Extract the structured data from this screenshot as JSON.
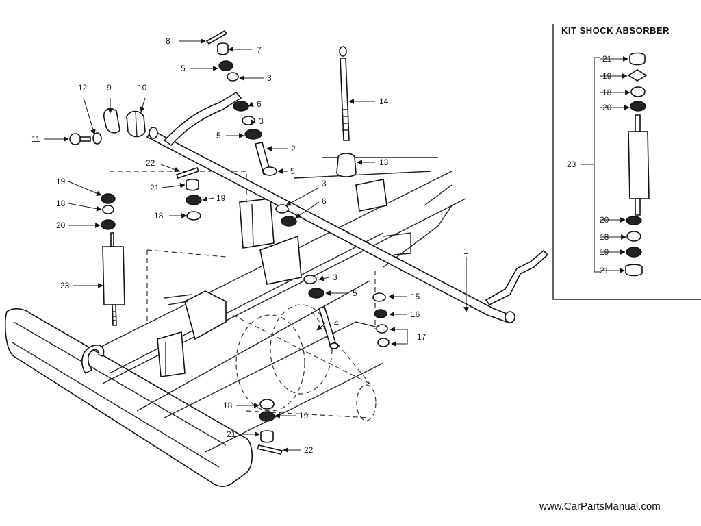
{
  "kit": {
    "title": "KIT SHOCK ABSORBER"
  },
  "watermark": "www.CarPartsManual.com",
  "labels": {
    "p1": "1",
    "p2": "2",
    "p3a": "3",
    "p3b": "3",
    "p3c": "3",
    "p3d": "3",
    "p4": "4",
    "p5a": "5",
    "p5b": "5",
    "p5c": "5",
    "p5d": "5",
    "p6a": "6",
    "p6b": "6",
    "p7": "7",
    "p8": "8",
    "p9": "9",
    "p10": "10",
    "p11": "11",
    "p12": "12",
    "p13": "13",
    "p14": "14",
    "p15": "15",
    "p16": "16",
    "p17": "17",
    "p18a": "18",
    "p18b": "18",
    "p18c": "18",
    "p19a": "19",
    "p19b": "19",
    "p19c": "19",
    "p20": "20",
    "p21a": "21",
    "p21b": "21",
    "p22a": "22",
    "p22b": "22",
    "p23": "23",
    "k21a": "21",
    "k19a": "19",
    "k18a": "18",
    "k20a": "20",
    "k23": "23",
    "k20b": "20",
    "k18b": "18",
    "k19b": "19",
    "k21b": "21"
  },
  "icons": {
    "arrow": "arrowhead",
    "stabilizer": "stabilizer-bar",
    "shock": "shock-absorber"
  }
}
